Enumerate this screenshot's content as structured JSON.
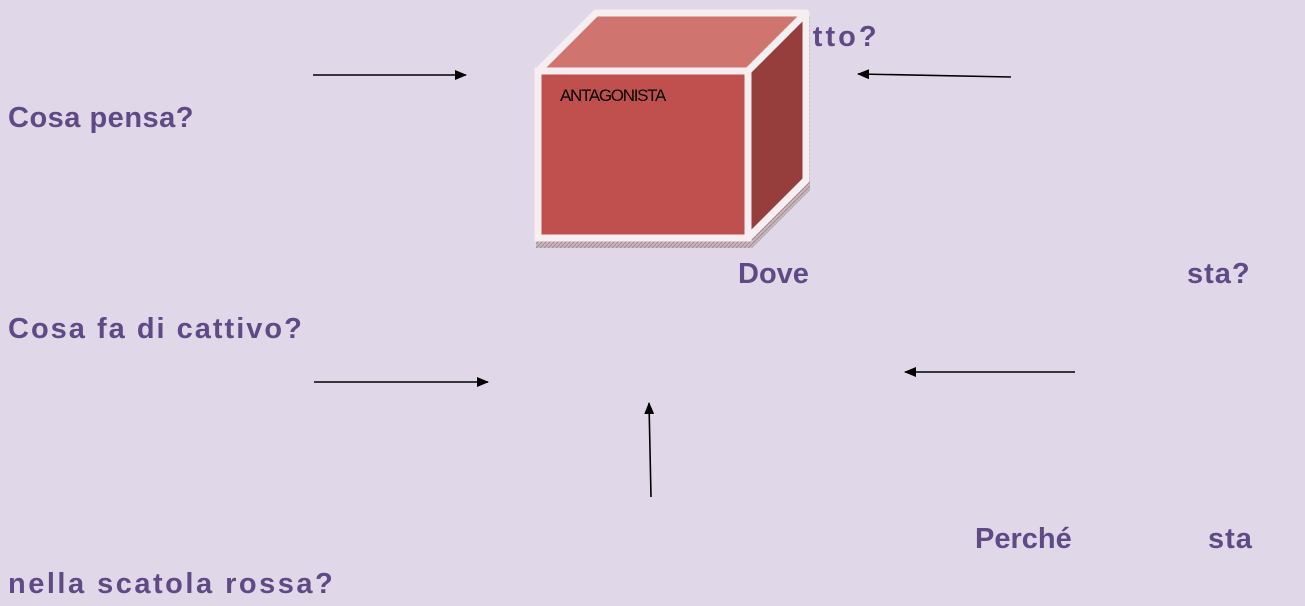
{
  "box": {
    "label": "ANTAGONISTA",
    "colors": {
      "front": "#c0504d",
      "top": "#cf746f",
      "side": "#953e3b",
      "edge": "#f6eef0",
      "background": "#e0d8e9",
      "text": "#5f4a86"
    }
  },
  "questions": {
    "q1": "Cosa pensa?",
    "q2": "Cosa fa di cattivo?",
    "q3": "fatto?",
    "q4_word1": "Dove",
    "q4_word2": "sta?",
    "q5_word1": "Perché",
    "q5_word2": "sta",
    "q6": "nella scatola rossa?"
  },
  "arrows": [
    {
      "direction": "right"
    },
    {
      "direction": "left"
    },
    {
      "direction": "right"
    },
    {
      "direction": "left"
    },
    {
      "direction": "up"
    }
  ]
}
